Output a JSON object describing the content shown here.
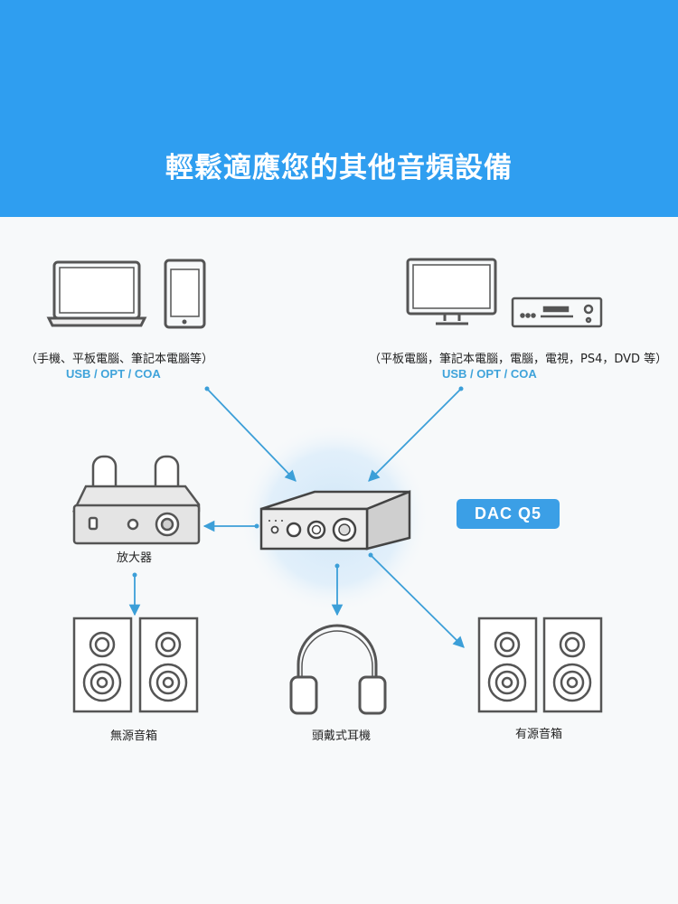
{
  "banner": {
    "title": "輕鬆適應您的其他音頻設備"
  },
  "sources": {
    "left": {
      "devices": "（手機、平板電腦、筆記本電腦等）",
      "inputs": "USB / OPT / COA"
    },
    "right": {
      "devices": "（平板電腦，筆記本電腦，電腦，電視，PS4，DVD 等）",
      "inputs": "USB / OPT / COA"
    }
  },
  "product": {
    "name": "DAC Q5"
  },
  "outputs": {
    "amplifier": "放大器",
    "passive_speakers": "無源音箱",
    "headphones": "頭戴式耳機",
    "active_speakers": "有源音箱"
  },
  "colors": {
    "banner": "#2f9ef0",
    "arrow": "#3c9fd8",
    "badge": "#3b9fe6",
    "device_stroke": "#555555"
  }
}
